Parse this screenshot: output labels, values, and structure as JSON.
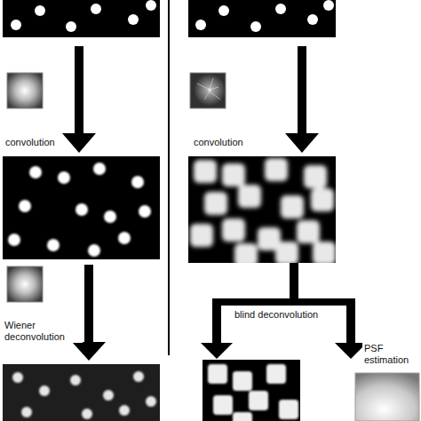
{
  "diagram": {
    "labels": [
      "convolution",
      "Wiener deconvolution",
      "convolution",
      "blind deconvolution",
      "PSF estimation"
    ]
  }
}
